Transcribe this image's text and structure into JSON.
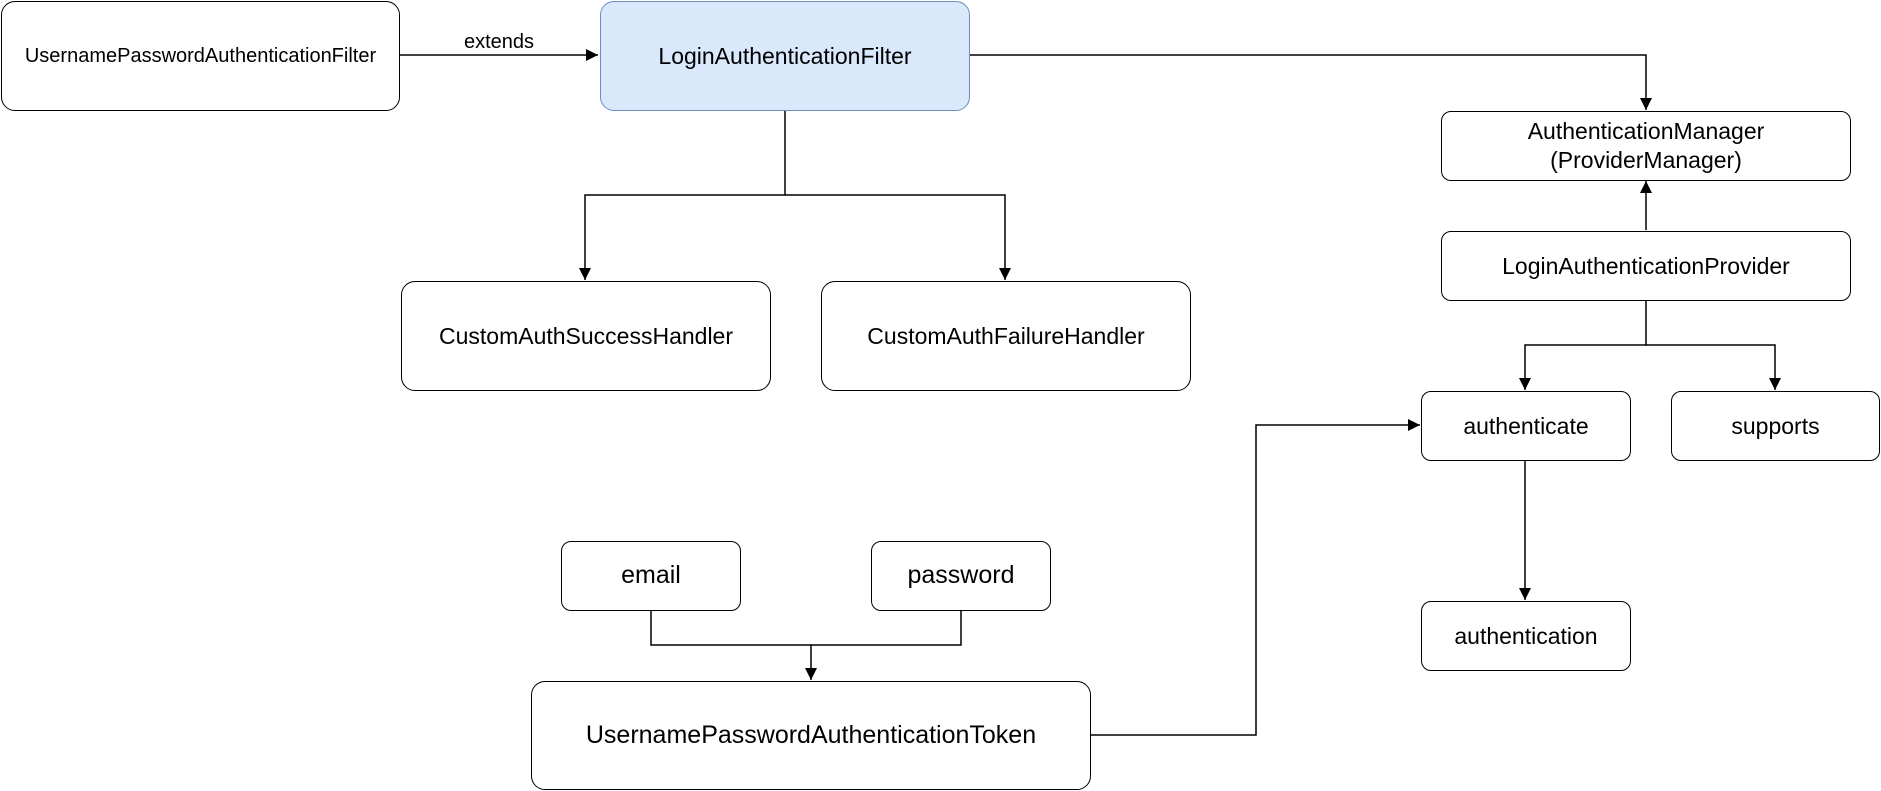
{
  "nodes": {
    "upaf": "UsernamePasswordAuthenticationFilter",
    "laf": "LoginAuthenticationFilter",
    "am": "AuthenticationManager\n(ProviderManager)",
    "lap": "LoginAuthenticationProvider",
    "success": "CustomAuthSuccessHandler",
    "failure": "CustomAuthFailureHandler",
    "authenticate": "authenticate",
    "supports": "supports",
    "authentication": "authentication",
    "email": "email",
    "password": "password",
    "token": "UsernamePasswordAuthenticationToken"
  },
  "edge_labels": {
    "extends": "extends"
  },
  "colors": {
    "highlight_fill": "#dae8fc",
    "highlight_stroke": "#6c8ebf",
    "stroke": "#000000"
  }
}
